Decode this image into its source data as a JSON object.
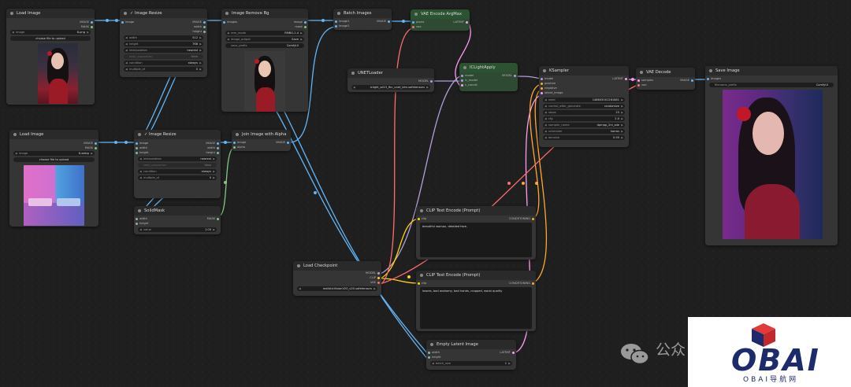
{
  "colors": {
    "image": "#64b5f6",
    "mask": "#81c784",
    "latent": "#ff9cf9",
    "model": "#b39ddb",
    "clip": "#ffd500",
    "conditioning": "#ffa931",
    "vae": "#ff6e6e"
  },
  "nodes": {
    "load_image_1": {
      "title": "Load Image",
      "out_image": "IMAGE",
      "out_mask": "MASK",
      "image_label": "image",
      "image_value": "8.png",
      "upload": "choose file to upload"
    },
    "image_resize_1": {
      "title": "✓ Image Resize",
      "in_image": "image",
      "out_image": "IMAGE",
      "out_width": "width",
      "out_height": "height",
      "width_label": "width",
      "width_value": "512",
      "height_label": "height",
      "height_value": "768",
      "interp_label": "interpolation",
      "interp_value": "nearest",
      "keep_label": "keep_proportion",
      "keep_value": "false",
      "cond_label": "condition",
      "cond_value": "always",
      "mult_label": "multiple_of",
      "mult_value": "0"
    },
    "image_remove_bg": {
      "title": "Image Remove Bg",
      "in_images": "images",
      "out_image": "image",
      "out_mask": "mask",
      "rem_label": "rem_mode",
      "rem_value": "RMBG-1.4",
      "out_label": "image_output",
      "out_value": "Save",
      "prefix_label": "save_prefix",
      "prefix_value": "ComfyUI"
    },
    "batch_images": {
      "title": "Batch Images",
      "in_1": "image1",
      "in_2": "image2",
      "out_image": "IMAGE"
    },
    "vae_encode": {
      "title": "VAE Encode ArgMax",
      "in_pixels": "pixels",
      "in_vae": "vae",
      "out_latent": "LATENT"
    },
    "unet_loader": {
      "title": "UNETLoader",
      "out_model": "MODEL",
      "unet_label": "unet_name",
      "unet_value": "iclight_sd15_fbc_unet_ldm.safetensors"
    },
    "iclight_apply": {
      "title": "ICLightApply",
      "in_model": "model",
      "in_ic": "ic_model",
      "in_c": "c_concat",
      "out_model": "MODEL"
    },
    "ksampler": {
      "title": "KSampler",
      "in_model": "model",
      "in_pos": "positive",
      "in_neg": "negative",
      "in_latent": "latent_image",
      "out_latent": "LATENT",
      "seed_label": "seed",
      "seed_value": "148605001261681",
      "cag_label": "control_after_generate",
      "cag_value": "randomize",
      "steps_label": "steps",
      "steps_value": "25",
      "cfg_label": "cfg",
      "cfg_value": "2.0",
      "sampler_label": "sampler_name",
      "sampler_value": "dpmpp_2m_sde",
      "sched_label": "scheduler",
      "sched_value": "karras",
      "denoise_label": "denoise",
      "denoise_value": "0.90"
    },
    "vae_decode": {
      "title": "VAE Decode",
      "in_samples": "samples",
      "in_vae": "vae",
      "out_image": "IMAGE"
    },
    "save_image": {
      "title": "Save Image",
      "in_images": "images",
      "prefix_label": "filename_prefix",
      "prefix_value": "ComfyUI"
    },
    "load_image_2": {
      "title": "Load Image",
      "out_image": "IMAGE",
      "out_mask": "MASK",
      "image_label": "image",
      "image_value": "6.webp",
      "upload": "choose file to upload"
    },
    "image_resize_2": {
      "title": "✓ Image Resize",
      "in_image": "image",
      "in_width": "width",
      "in_height": "height",
      "out_image": "IMAGE",
      "out_width": "width",
      "out_height": "height",
      "interp_label": "interpolation",
      "interp_value": "nearest",
      "keep_label": "keep_proportion",
      "keep_value": "false",
      "cond_label": "condition",
      "cond_value": "always",
      "mult_label": "multiple_of",
      "mult_value": "0"
    },
    "join_alpha": {
      "title": "Join Image with Alpha",
      "in_image": "image",
      "in_alpha": "alpha",
      "out_image": "IMAGE"
    },
    "solid_mask": {
      "title": "SolidMask",
      "in_width": "width",
      "in_height": "height",
      "out_mask": "MASK",
      "value_label": "value",
      "value_value": "1.00"
    },
    "clip_pos": {
      "title": "CLIP Text Encode (Prompt)",
      "in_clip": "clip",
      "out_cond": "CONDITIONING",
      "text": "beautiful woman, detailed face,"
    },
    "clip_neg": {
      "title": "CLIP Text Encode (Prompt)",
      "in_clip": "clip",
      "out_cond": "CONDITIONING",
      "text": "lowres, bad anatomy, bad hands, cropped, worst quality"
    },
    "load_checkpoint": {
      "title": "Load Checkpoint",
      "out_model": "MODEL",
      "out_clip": "CLIP",
      "out_vae": "VAE",
      "ckpt_label": "ckpt_name",
      "ckpt_value": "realisticVisionV20_v20.safetensors"
    },
    "empty_latent": {
      "title": "Empty Latent Image",
      "in_width": "width",
      "in_height": "height",
      "out_latent": "LATENT",
      "batch_label": "batch_size",
      "batch_value": "1"
    }
  },
  "watermark": {
    "wechat_text": "公众",
    "logo": "OBAI",
    "logo_sub": "OBAI导航网"
  }
}
